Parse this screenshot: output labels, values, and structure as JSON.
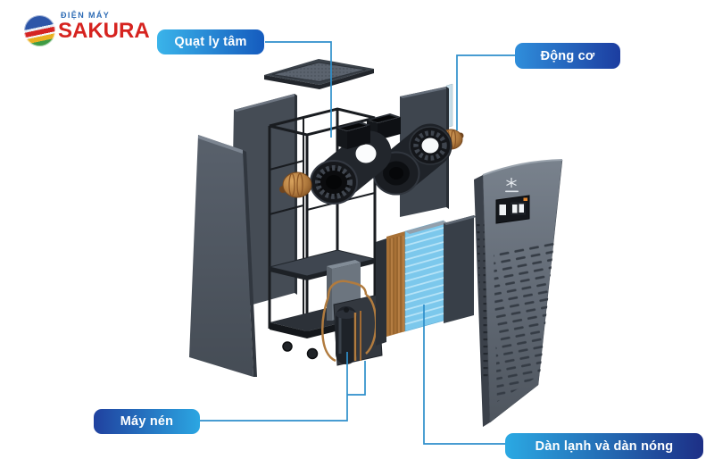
{
  "brand": {
    "icon": "sakura-globe-icon",
    "top_text": "ĐIỆN MÁY",
    "name": "SAKURA",
    "top_color": "#2e6cb5",
    "name_color": "#d6231f"
  },
  "diagram": {
    "background": "#ffffff",
    "connector_color": "#2e8fcb",
    "labels": [
      {
        "id": "fan",
        "text": "Quạt ly tâm",
        "gradient": [
          "#3ab4ea",
          "#155bbe"
        ],
        "target_part": "centrifugal-fans"
      },
      {
        "id": "motor",
        "text": "Động cơ",
        "gradient": [
          "#2f8edb",
          "#1c3da0"
        ],
        "target_part": "fan-motor"
      },
      {
        "id": "compressor",
        "text": "Máy nén",
        "gradient": [
          "#20419f",
          "#2ba6e2"
        ],
        "target_part": "compressor"
      },
      {
        "id": "coils",
        "text": "Dàn lạnh và dàn nóng",
        "gradient": [
          "#2ba9e3",
          "#1d2f86"
        ],
        "target_part": "heat-exchanger-coils"
      }
    ],
    "part_colors": {
      "panel_gray": "#4d545e",
      "frame_black": "#17191d",
      "copper": "#b07a3e",
      "coil_blue": "#7cc8ec",
      "coil_copper": "#a87136"
    }
  }
}
